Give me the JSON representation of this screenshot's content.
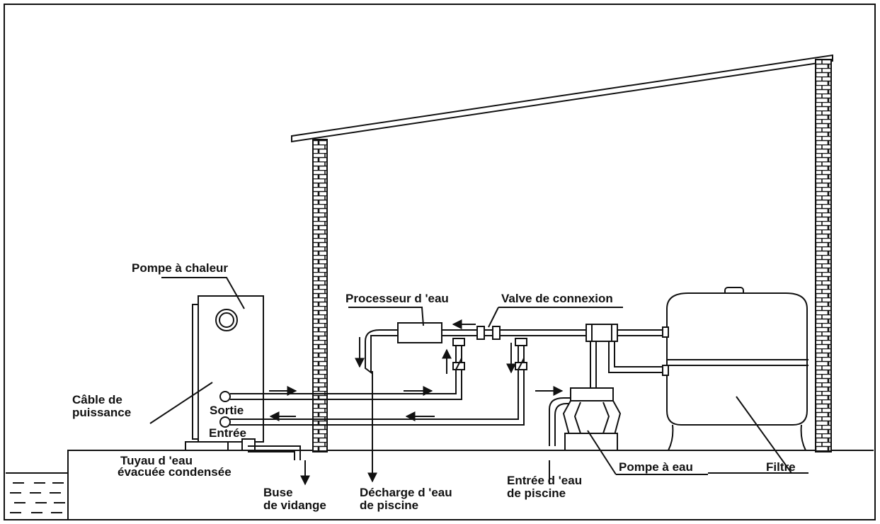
{
  "labels": {
    "heat_pump": "Pompe à chaleur",
    "water_processor": "Processeur d 'eau",
    "connection_valve": "Valve de connexion",
    "power_cable_1": "Câble de",
    "power_cable_2": "puissance",
    "outlet": "Sortie",
    "inlet": "Entrée",
    "condensate_pipe_1": "Tuyau d 'eau",
    "condensate_pipe_2": "évacuée condensée",
    "drain_nozzle_1": "Buse",
    "drain_nozzle_2": "de vidange",
    "pool_discharge_1": "Décharge d 'eau",
    "pool_discharge_2": "de piscine",
    "pool_inlet_1": "Entrée d 'eau",
    "pool_inlet_2": "de piscine",
    "water_pump": "Pompe à eau",
    "filter": "Filtre"
  },
  "colors": {
    "line": "#111111",
    "background": "#ffffff"
  }
}
